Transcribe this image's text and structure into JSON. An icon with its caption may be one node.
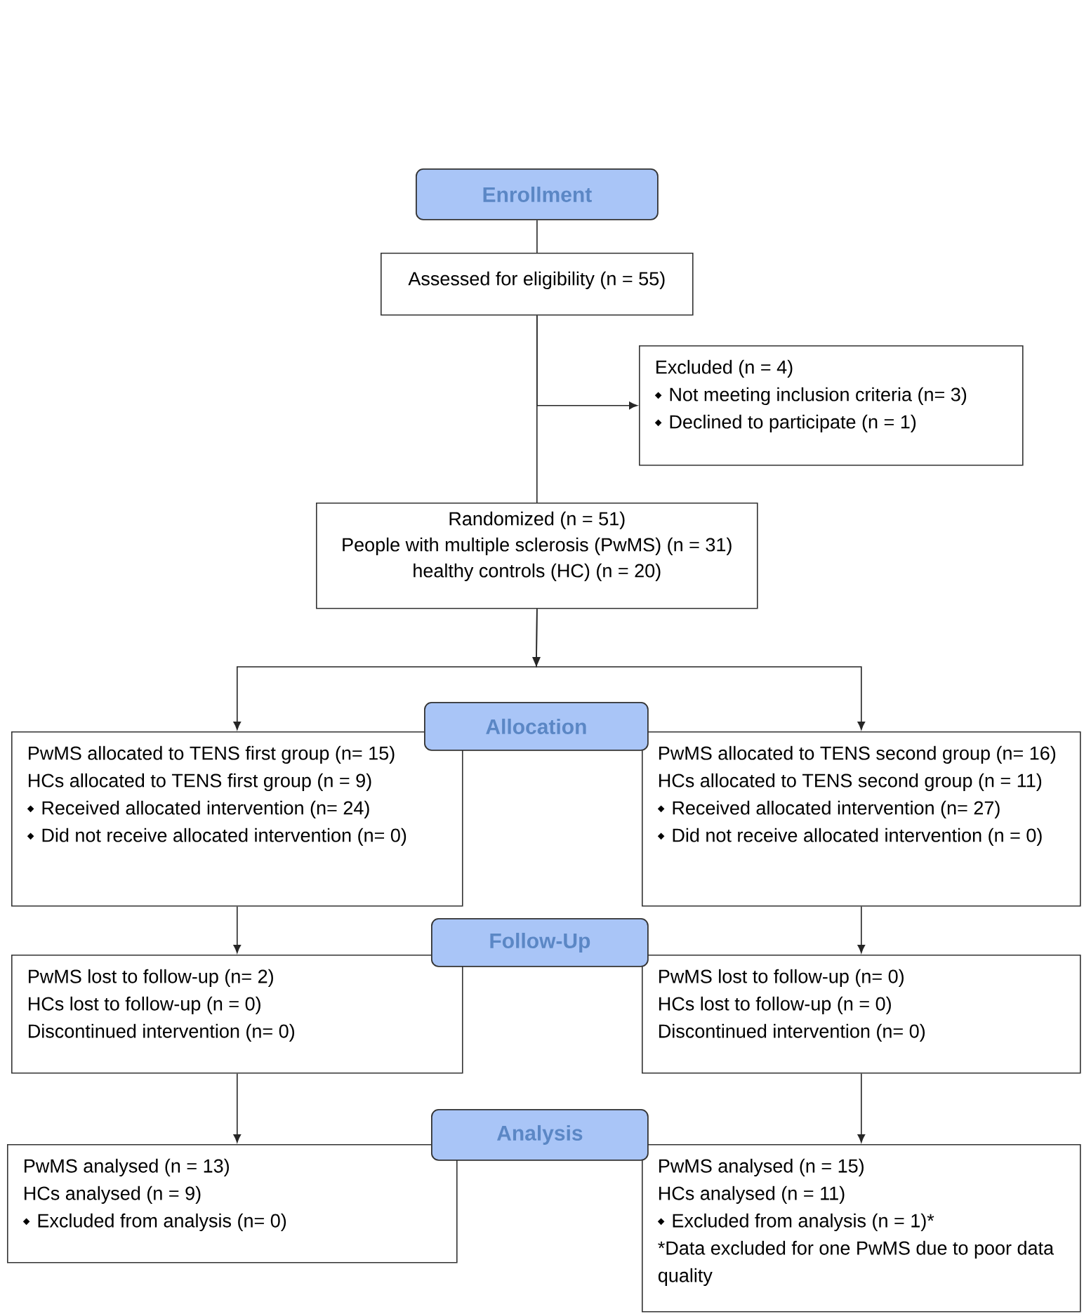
{
  "diagram": {
    "nodes": [
      {
        "text": [
          "Enrollment"
        ]
      },
      {
        "text": [
          "Assessed for eligibility (n = 55)"
        ]
      },
      {
        "text": [
          "Excluded (n = 4)",
          "Not meeting inclusion criteria (n= 3)",
          "Declined to participate (n = 1)"
        ]
      },
      {
        "text": [
          "Randomized (n = 51)",
          "People with multiple sclerosis (PwMS) (n = 31)",
          "healthy controls (HC) (n = 20)"
        ]
      },
      {
        "text": [
          "Allocation"
        ]
      },
      {
        "text": [
          "PwMS allocated to TENS first group (n= 15)",
          "HCs allocated to TENS first group (n = 9)",
          "Received allocated intervention (n= 24)",
          "Did not receive allocated intervention (n= 0)"
        ]
      },
      {
        "text": [
          "PwMS allocated to TENS second group (n= 16)",
          "HCs allocated to TENS second group (n = 11)",
          "Received allocated intervention (n= 27)",
          "Did not receive allocated intervention (n = 0)"
        ]
      },
      {
        "text": [
          "Follow-Up"
        ]
      },
      {
        "text": [
          "PwMS lost to follow-up (n= 2)",
          "HCs lost to follow-up (n = 0)",
          "Discontinued intervention (n= 0)"
        ]
      },
      {
        "text": [
          "PwMS lost to follow-up (n= 0)",
          "HCs lost to follow-up (n = 0)",
          "Discontinued intervention (n= 0)"
        ]
      },
      {
        "text": [
          "Analysis"
        ]
      },
      {
        "text": [
          "PwMS analysed (n = 13)",
          "HCs analysed (n = 9)",
          "Excluded from analysis (n= 0)"
        ]
      },
      {
        "text": [
          "PwMS analysed (n = 15)",
          "HCs analysed (n = 11)",
          "Excluded from analysis (n = 1)*",
          "*Data excluded for one PwMS due to poor data quality"
        ]
      }
    ],
    "edges": [
      {
        "from": 0,
        "to": 1,
        "arrow": "none"
      },
      {
        "from": 1,
        "to": 3,
        "arrow": "none"
      },
      {
        "from": 1,
        "to": 2,
        "arrow": "to"
      },
      {
        "from": 3,
        "to": 5,
        "arrow": "to"
      },
      {
        "from": 3,
        "to": 6,
        "arrow": "to"
      },
      {
        "from": 5,
        "to": 8,
        "arrow": "to"
      },
      {
        "from": 6,
        "to": 9,
        "arrow": "to"
      },
      {
        "from": 8,
        "to": 11,
        "arrow": "to"
      },
      {
        "from": 9,
        "to": 12,
        "arrow": "to"
      }
    ]
  }
}
